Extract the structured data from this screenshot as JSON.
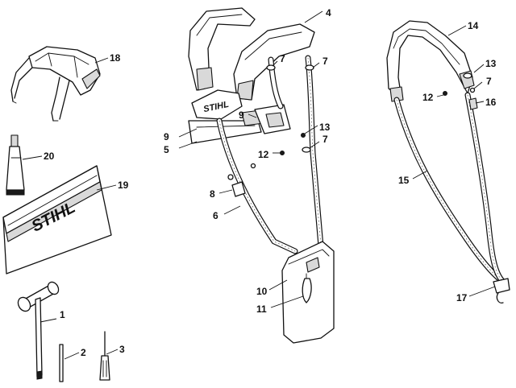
{
  "callouts": {
    "c1": "1",
    "c2": "2",
    "c3": "3",
    "c4": "4",
    "c5": "5",
    "c6": "6",
    "c7a": "7",
    "c7b": "7",
    "c7c": "7",
    "c7d": "7",
    "c8": "8",
    "c9a": "9",
    "c9b": "9",
    "c10": "10",
    "c11": "11",
    "c12a": "12",
    "c12b": "12",
    "c13a": "13",
    "c13b": "13",
    "c14": "14",
    "c15": "15",
    "c16": "16",
    "c17": "17",
    "c18": "18",
    "c19": "19",
    "c20": "20"
  },
  "logos": {
    "pouch": "STIHL",
    "harness": "STIHL"
  },
  "colors": {
    "ink": "#111111",
    "paper": "#ffffff",
    "shade": "#d9d9d9"
  }
}
